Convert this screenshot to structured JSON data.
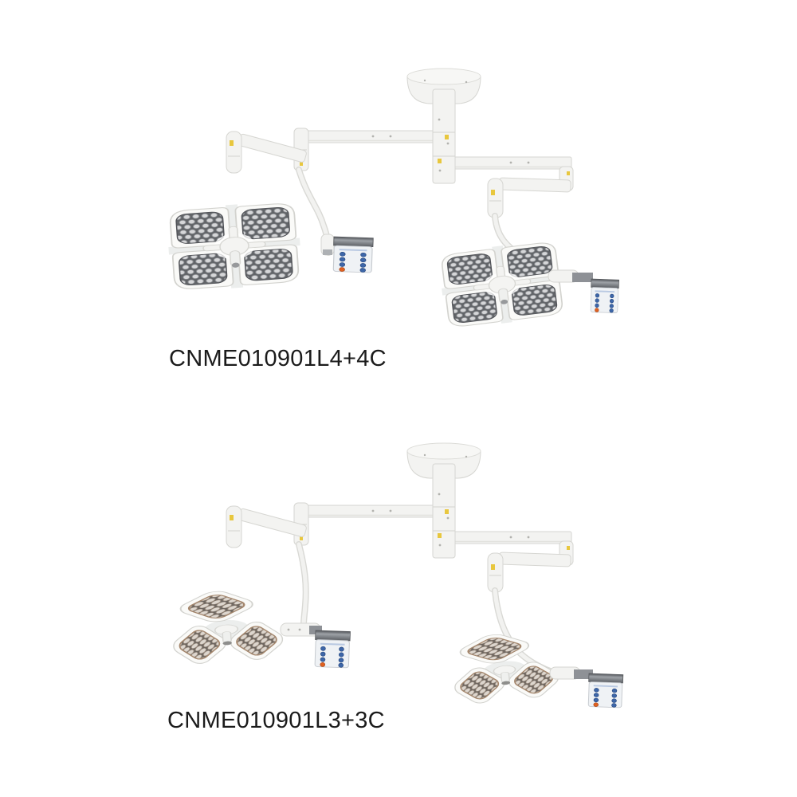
{
  "page": {
    "background": "#ffffff"
  },
  "products": [
    {
      "label": "CNME010901L4+4C",
      "heads": 2,
      "led_modules_per_head": 4
    },
    {
      "label": "CNME010901L3+3C",
      "heads": 2,
      "led_modules_per_head": 3
    }
  ],
  "colors": {
    "label_text": "#1b1b1b",
    "body_white": "#f3f3f1",
    "outline_gray": "#d6d6d2",
    "led_panel_cool": "#616468",
    "led_panel_warm": "#6d6660",
    "led_dot": "#d6d7d9",
    "keypad_button_blue": "#3d66a8",
    "keypad_power_orange": "#e0611f",
    "warning_sticker_yellow": "#e8c73e",
    "keypad_band_gray": "#75787d"
  }
}
